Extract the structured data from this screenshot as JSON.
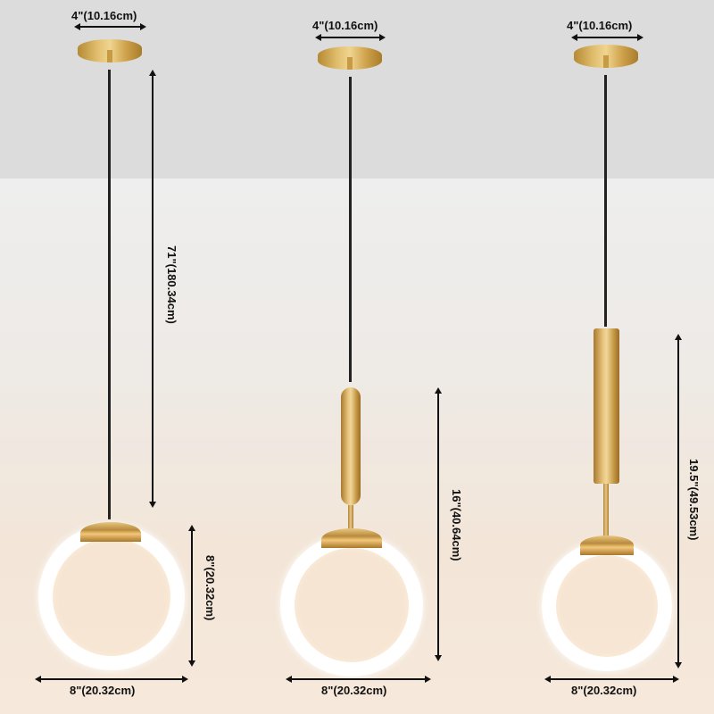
{
  "product": {
    "colors": {
      "brass": "#c9a04f",
      "cord": "#222222",
      "ring": "#ffffff",
      "background_top": "#dcdcdc",
      "background_bottom": "#f6e9db"
    },
    "variants": [
      {
        "canopy_width": "4\"(10.16cm)",
        "overall_height": "71\"(180.34cm)",
        "ring_height": "8\"(20.32cm)",
        "ring_width": "8\"(20.32cm)"
      },
      {
        "canopy_width": "4\"(10.16cm)",
        "body_height": "16\"(40.64cm)",
        "ring_width": "8\"(20.32cm)"
      },
      {
        "canopy_width": "4\"(10.16cm)",
        "body_height": "19.5\"(49.53cm)",
        "ring_width": "8\"(20.32cm)"
      }
    ]
  }
}
